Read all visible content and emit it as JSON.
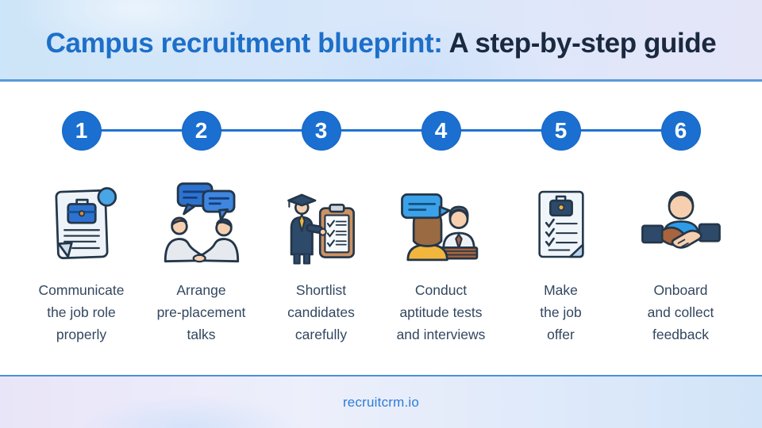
{
  "title": {
    "highlight": "Campus recruitment blueprint:",
    "rest": " A step-by-step guide"
  },
  "steps": [
    {
      "number": "1",
      "caption": "Communicate\nthe job role\nproperly",
      "icon": "job-description-document-icon"
    },
    {
      "number": "2",
      "caption": "Arrange\npre-placement\ntalks",
      "icon": "pre-placement-talk-icon"
    },
    {
      "number": "3",
      "caption": "Shortlist\ncandidates\ncarefully",
      "icon": "graduate-checklist-icon"
    },
    {
      "number": "4",
      "caption": "Conduct\naptitude tests\nand interviews",
      "icon": "interview-icon"
    },
    {
      "number": "5",
      "caption": "Make\nthe job\noffer",
      "icon": "offer-letter-icon"
    },
    {
      "number": "6",
      "caption": "Onboard\nand collect\nfeedback",
      "icon": "handshake-icon"
    }
  ],
  "footer": {
    "brand": "recruitcrm.io"
  },
  "colors": {
    "title_blue": "#1d6fc9",
    "title_navy": "#1b2940",
    "circle_blue": "#1a6fd0",
    "connector_blue": "#1f72d2",
    "caption_text": "#33475f",
    "footer_text": "#2e7cd6",
    "header_border": "#5b9ad8",
    "footer_border": "#4a90d9"
  }
}
